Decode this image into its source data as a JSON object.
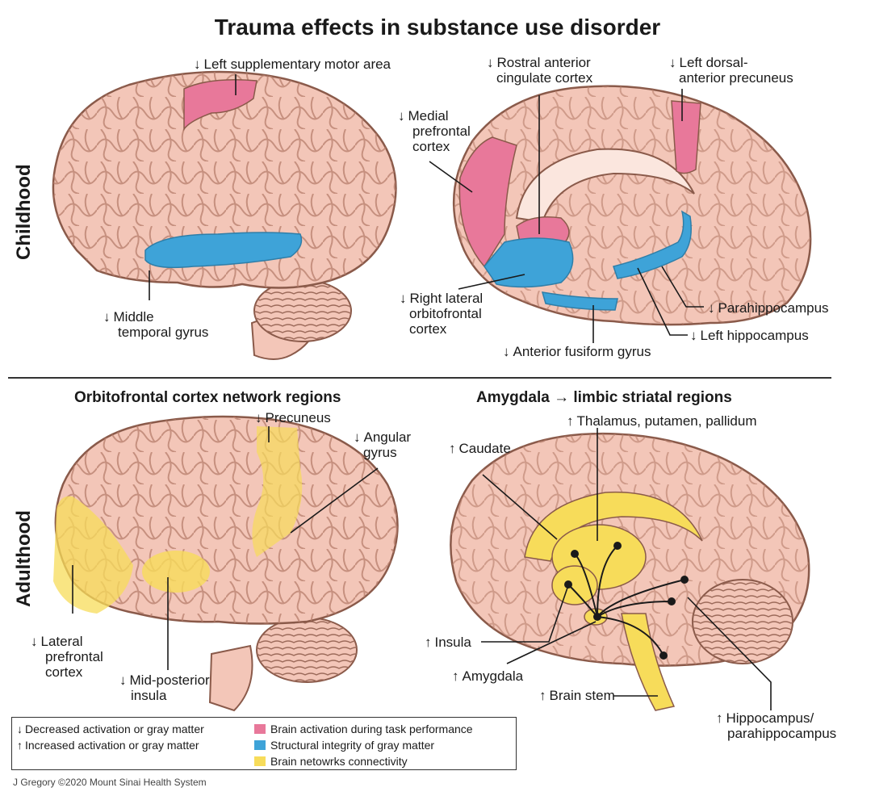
{
  "title": "Trauma effects in substance use disorder",
  "sections": {
    "childhood": "Childhood",
    "adulthood": "Adulthood"
  },
  "subheads": {
    "orbitofrontal": "Orbitofrontal cortex network regions",
    "amygdala": "Amygdala → limbic striatal regions"
  },
  "arrows": {
    "down": "↓",
    "up": "↑"
  },
  "labels": {
    "left_sma": "Left supplementary motor area",
    "rostral_acc_1": "Rostral anterior",
    "rostral_acc_2": "cingulate cortex",
    "left_precuneus_1": "Left dorsal-",
    "left_precuneus_2": "anterior precuneus",
    "medial_pfc_1": "Medial",
    "medial_pfc_2": "prefrontal",
    "medial_pfc_3": "cortex",
    "middle_temporal_1": "Middle",
    "middle_temporal_2": "temporal gyrus",
    "right_ofc_1": "Right lateral",
    "right_ofc_2": "orbitofrontal",
    "right_ofc_3": "cortex",
    "parahippocampus": "Parahippocampus",
    "left_hippocampus": "Left hippocampus",
    "anterior_fusiform": "Anterior fusiform gyrus",
    "precuneus": "Precuneus",
    "angular_1": "Angular",
    "angular_2": "gyrus",
    "lateral_pfc_1": "Lateral",
    "lateral_pfc_2": "prefrontal",
    "lateral_pfc_3": "cortex",
    "mid_insula_1": "Mid-posterior",
    "mid_insula_2": "insula",
    "thalamus": "Thalamus, putamen, pallidum",
    "caudate": "Caudate",
    "insula": "Insula",
    "amygdala": "Amygdala",
    "brain_stem": "Brain stem",
    "hippocampus_1": "Hippocampus/",
    "hippocampus_2": "parahippocampus"
  },
  "legend": {
    "decreased": "Decreased activation or gray matter",
    "increased": "Increased activation or gray matter",
    "pink": "Brain activation during task performance",
    "blue": "Structural integrity of gray matter",
    "yellow": "Brain netowrks connectivity"
  },
  "colors": {
    "brain": "#f3c6b8",
    "brain_outline": "#8a5a4a",
    "pink": "#e8789a",
    "blue": "#3ea3d8",
    "yellow": "#f7dc5a"
  },
  "credit": "J Gregory ©2020 Mount Sinai Health System"
}
